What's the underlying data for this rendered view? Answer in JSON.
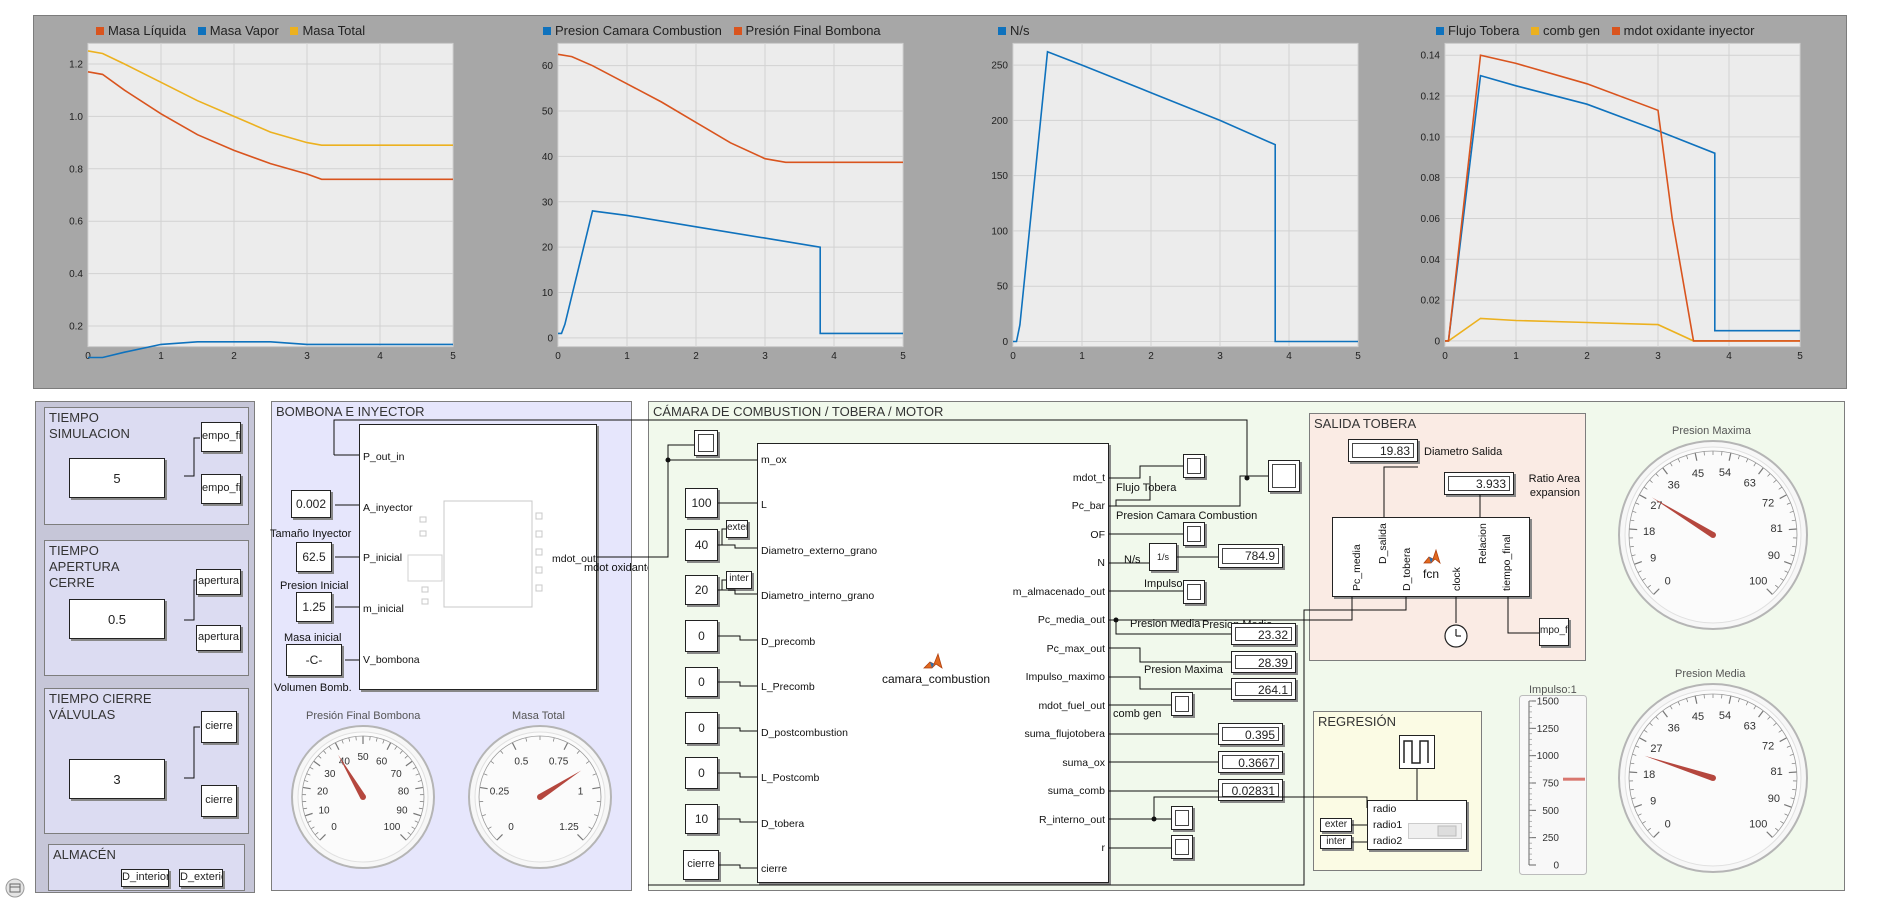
{
  "scopes": [
    {
      "legend": [
        {
          "name": "Masa Líquida",
          "color": "#d9541e"
        },
        {
          "name": "Masa Vapor",
          "color": "#0f72bd"
        },
        {
          "name": "Masa Total",
          "color": "#ecb11f"
        }
      ],
      "x_ticks": [
        "0",
        "1",
        "2",
        "3",
        "4",
        "5"
      ],
      "y_ticks": [
        "0.2",
        "0.4",
        "0.6",
        "0.8",
        "1.0",
        "1.2"
      ]
    },
    {
      "legend": [
        {
          "name": "Presion Camara Combustion",
          "color": "#0f72bd"
        },
        {
          "name": "Presión Final Bombona",
          "color": "#d9541e"
        }
      ],
      "x_ticks": [
        "0",
        "1",
        "2",
        "3",
        "4",
        "5"
      ],
      "y_ticks": [
        "0",
        "10",
        "20",
        "30",
        "40",
        "50",
        "60"
      ]
    },
    {
      "legend": [
        {
          "name": "N/s",
          "color": "#0f72bd"
        }
      ],
      "x_ticks": [
        "0",
        "1",
        "2",
        "3",
        "4",
        "5"
      ],
      "y_ticks": [
        "0",
        "50",
        "100",
        "150",
        "200",
        "250"
      ]
    },
    {
      "legend": [
        {
          "name": "Flujo Tobera",
          "color": "#0f72bd"
        },
        {
          "name": "comb gen",
          "color": "#ecb11f"
        },
        {
          "name": "mdot oxidante inyector",
          "color": "#d9541e"
        }
      ],
      "x_ticks": [
        "0",
        "1",
        "2",
        "3",
        "4",
        "5"
      ],
      "y_ticks": [
        "0",
        "0.02",
        "0.04",
        "0.06",
        "0.08",
        "0.10",
        "0.12",
        "0.14"
      ]
    }
  ],
  "chart_data": [
    {
      "type": "line",
      "xlim": [
        0,
        5
      ],
      "ylim": [
        0.12,
        1.28
      ],
      "series": [
        {
          "name": "Masa Líquida",
          "x": [
            0,
            0.2,
            0.5,
            1,
            1.5,
            2,
            2.5,
            3,
            3.2,
            5
          ],
          "y": [
            1.17,
            1.16,
            1.1,
            1.01,
            0.93,
            0.87,
            0.82,
            0.78,
            0.76,
            0.76
          ]
        },
        {
          "name": "Masa Vapor",
          "x": [
            0,
            0.2,
            0.5,
            1,
            1.5,
            2,
            2.5,
            3,
            3.2,
            5
          ],
          "y": [
            0.08,
            0.08,
            0.1,
            0.13,
            0.14,
            0.14,
            0.14,
            0.13,
            0.13,
            0.13
          ]
        },
        {
          "name": "Masa Total",
          "x": [
            0,
            0.2,
            0.5,
            1,
            1.5,
            2,
            2.5,
            3,
            3.2,
            5
          ],
          "y": [
            1.25,
            1.24,
            1.2,
            1.13,
            1.06,
            1.0,
            0.94,
            0.9,
            0.89,
            0.89
          ]
        }
      ]
    },
    {
      "type": "line",
      "xlim": [
        0,
        5
      ],
      "ylim": [
        -2,
        65
      ],
      "series": [
        {
          "name": "Presion Camara Combustion",
          "x": [
            0,
            0.05,
            0.1,
            0.5,
            1,
            2,
            3,
            3.8,
            3.8,
            5
          ],
          "y": [
            1,
            1,
            3,
            28,
            27,
            24.5,
            22,
            20,
            1,
            1
          ]
        },
        {
          "name": "Presión Final Bombona",
          "x": [
            0,
            0.2,
            0.5,
            1,
            1.5,
            2,
            2.5,
            3,
            3.3,
            5
          ],
          "y": [
            62.5,
            62,
            60,
            56,
            52,
            47.5,
            43,
            39.5,
            38.7,
            38.7
          ]
        }
      ]
    },
    {
      "type": "line",
      "xlim": [
        0,
        5
      ],
      "ylim": [
        -5,
        270
      ],
      "series": [
        {
          "name": "N/s",
          "x": [
            0,
            0.05,
            0.1,
            0.5,
            1,
            2,
            3,
            3.8,
            3.8,
            5
          ],
          "y": [
            0,
            0,
            15,
            262,
            250,
            225,
            200,
            178,
            0,
            0
          ]
        }
      ]
    },
    {
      "type": "line",
      "xlim": [
        0,
        5
      ],
      "ylim": [
        -0.003,
        0.146
      ],
      "series": [
        {
          "name": "Flujo Tobera",
          "x": [
            0,
            0.05,
            0.5,
            1,
            2,
            3,
            3.8,
            3.8,
            5
          ],
          "y": [
            0,
            0,
            0.13,
            0.125,
            0.116,
            0.103,
            0.092,
            0.005,
            0.005
          ]
        },
        {
          "name": "comb gen",
          "x": [
            0,
            0.05,
            0.5,
            1,
            2,
            3,
            3.5,
            5
          ],
          "y": [
            0,
            0,
            0.011,
            0.01,
            0.009,
            0.008,
            0,
            0
          ]
        },
        {
          "name": "mdot oxidante inyector",
          "x": [
            0,
            0.05,
            0.5,
            1,
            2,
            3,
            3.2,
            3.5,
            5
          ],
          "y": [
            0,
            0,
            0.14,
            0.136,
            0.126,
            0.113,
            0.06,
            0,
            0
          ]
        }
      ]
    }
  ],
  "panels": {
    "sim": {
      "title": "TIEMPO SIMULACION",
      "value": "5",
      "tag1": "empo_fin",
      "tag2": "empo_fin"
    },
    "apertura": {
      "title": "TIEMPO APERTURA CERRE",
      "value": "0.5",
      "tag1": "apertura",
      "tag2": "apertura"
    },
    "cierre": {
      "title": "TIEMPO CIERRE VÁLVULAS",
      "value": "3",
      "tag1": "cierre",
      "tag2": "cierre"
    },
    "almacen": {
      "title": "ALMACÉN",
      "tag1": "D_interior",
      "tag2": "D_exterio"
    }
  },
  "bombona": {
    "title": "BOMBONA E INYECTOR",
    "ports_in": [
      "P_out_in",
      "A_inyector",
      "P_inicial",
      "m_inicial",
      "V_bombona"
    ],
    "port_out": "mdot_out",
    "inputs": [
      {
        "value": "0.002",
        "label": "Tamaño Inyector"
      },
      {
        "value": "62.5",
        "label": "Presion Inicial"
      },
      {
        "value": "1.25",
        "label": "Masa inicial"
      },
      {
        "value": "-C-",
        "label": "Volumen Bomb."
      }
    ],
    "wire_label": "mdot oxidante inyector"
  },
  "gauges_small": [
    {
      "title": "Presión Final Bombona",
      "ticks": [
        "0",
        "10",
        "20",
        "30",
        "40",
        "50",
        "60",
        "70",
        "80",
        "90",
        "100"
      ],
      "value": 38.7,
      "max": 100
    },
    {
      "title": "Masa Total",
      "ticks": [
        "0",
        "0.25",
        "0.5",
        "0.75",
        "1",
        "1.25"
      ],
      "value": 0.89,
      "max": 1.25
    }
  ],
  "camara": {
    "title": "CÁMARA DE COMBUSTION / TOBERA / MOTOR",
    "block_name": "camara_combustion",
    "ports_in": [
      "m_ox",
      "L",
      "Diametro_externo_grano",
      "Diametro_interno_grano",
      "D_precomb",
      "L_Precomb",
      "D_postcombustion",
      "L_Postcomb",
      "D_tobera",
      "cierre"
    ],
    "ports_out": [
      "mdot_t",
      "Pc_bar",
      "OF",
      "N",
      "m_almacenado_out",
      "Pc_media_out",
      "Pc_max_out",
      "Impulso_maximo",
      "mdot_fuel_out",
      "suma_flujotobera",
      "suma_ox",
      "suma_comb",
      "R_interno_out",
      "r"
    ],
    "consts": [
      "100",
      "40",
      "20",
      "0",
      "0",
      "0",
      "0",
      "10"
    ],
    "tags": [
      "exter",
      "inter"
    ],
    "cierre_tag": "cierre",
    "labels": {
      "flujo": "Flujo Tobera",
      "presion": "Presion Camara Combustion",
      "impulso": "Impulso",
      "media1": "Presion Media",
      "media2": "Presion Media",
      "maxima": "Presion Maxima",
      "comb": "comb gen",
      "int_label": "1/s",
      "n_label": "N/s"
    },
    "displays": [
      "784.9",
      "23.32",
      "28.39",
      "264.1",
      "0.395",
      "0.3667",
      "0.02831"
    ]
  },
  "salida": {
    "title": "SALIDA TOBERA",
    "diam_value": "19.83",
    "diam_label": "Diametro Salida",
    "ratio_value": "3.933",
    "ratio_label": "Ratio Area expansion",
    "fcn_ports_in": [
      "Pc_media",
      "D_tobera",
      "clock",
      "tiempo_final"
    ],
    "fcn_ports_out": [
      "D_salida",
      "Relacion"
    ],
    "fcn_name": "fcn",
    "tag": "mpo_fi"
  },
  "regresion": {
    "title": "REGRESIÓN",
    "ports": [
      "radio",
      "radio1",
      "radio2"
    ],
    "tags": [
      "exter",
      "inter"
    ]
  },
  "impulso_meter": {
    "title": "Impulso:1",
    "ticks": [
      "1500",
      "1250",
      "1000",
      "750",
      "500",
      "250",
      "0"
    ],
    "value": 784.9,
    "max": 1500
  },
  "gauges_big": [
    {
      "title": "Presion Maxima",
      "ticks": [
        "0",
        "9",
        "18",
        "27",
        "36",
        "45",
        "54",
        "63",
        "72",
        "81",
        "90",
        "100"
      ],
      "value": 28.39,
      "max": 100
    },
    {
      "title": "Presion Media",
      "ticks": [
        "0",
        "9",
        "18",
        "27",
        "36",
        "45",
        "54",
        "63",
        "72",
        "81",
        "90",
        "100"
      ],
      "value": 23.32,
      "max": 100
    }
  ]
}
